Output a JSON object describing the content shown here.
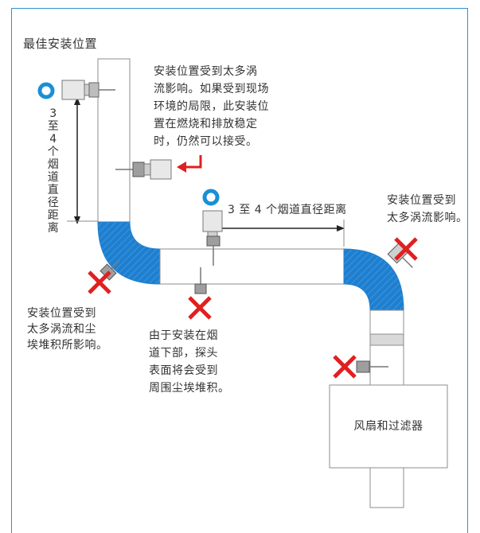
{
  "title": "最佳安装位置",
  "labels": {
    "top_swirl": "安装位置受到太多涡\n流影响。如果受到现场\n环境的局限，此安装位\n置在燃烧和排放稳定\n时，仍然可以接受。",
    "vertical_distance": "3\n至\n4\n个\n烟\n道\n直\n径\n距\n离",
    "horizontal_distance": "3 至 4 个烟道直径距离",
    "right_swirl": "安装位置受到\n太多涡流影响。",
    "left_dust": "安装位置受到\n太多涡流和尘\n埃堆积所影响。",
    "bottom_dust": "由于安装在烟\n道下部，探头\n表面将会受到\n周围尘埃堆积。",
    "fan_box": "风扇和过滤器"
  },
  "colors": {
    "frame": "#2f8fd0",
    "elbow": "#1f7fcf",
    "ok_marker": "#1a8fd6",
    "cross": "#e02020",
    "arrow_red": "#e02020",
    "duct_outline": "#8c8c8c"
  }
}
